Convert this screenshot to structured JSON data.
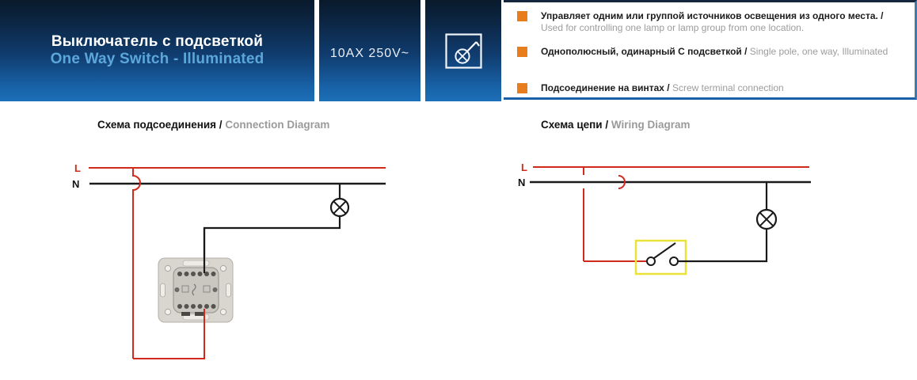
{
  "header": {
    "title_ru": "Выключатель с подсветкой",
    "title_en": "One Way Switch - Illuminated",
    "rating": "10AX 250V~",
    "product_icon": "one-way-illuminated-switch-symbol"
  },
  "features": [
    {
      "ru": "Управляет одним или группой источников освещения из одного места. /",
      "en": "Used for controlling one lamp or lamp group from one location."
    },
    {
      "ru": "Однополюсный, одинарный С подсветкой /",
      "en": "Single pole, one way, Illuminated"
    },
    {
      "ru": "Подсоединение на винтах /",
      "en": "Screw terminal connection"
    }
  ],
  "diagrams": {
    "connection": {
      "title_ru": "Схема подсоединения /",
      "title_en": "Connection Diagram",
      "live_label": "L",
      "neutral_label": "N"
    },
    "wiring": {
      "title_ru": "Схема цепи /",
      "title_en": "Wiring Diagram",
      "live_label": "L",
      "neutral_label": "N"
    }
  },
  "colors": {
    "header_gradient_top": "#091a2b",
    "header_gradient_bottom": "#1d70b8",
    "subtitle_blue": "#5ca7da",
    "bullet_orange": "#e87d1e",
    "wire_live_red": "#cf2a1b",
    "wire_neutral_black": "#1a1a1a",
    "switch_box_yellow": "#e9e23a",
    "panel_border_blue": "#1861a8",
    "secondary_text_gray": "#9c9c9c"
  }
}
